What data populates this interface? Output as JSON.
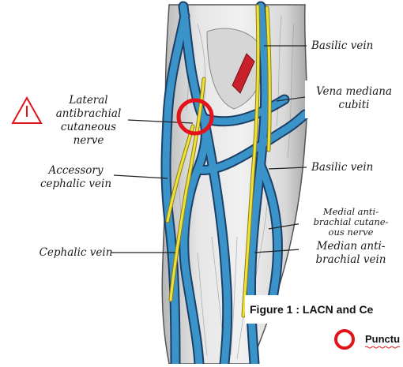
{
  "labels": {
    "lateral": [
      "Lateral",
      "antibrachial",
      "cutaneous",
      "nerve"
    ],
    "accessory": [
      "Accessory",
      "cephalic vein"
    ],
    "cephalic": "Cephalic vein",
    "basilic_top": "Basilic vein",
    "vena_mediana": [
      "Vena mediana",
      "cubiti"
    ],
    "basilic_mid": "Basilic vein",
    "medial_anti": [
      "Medial anti-",
      "brachial cutane-",
      "ous nerve"
    ],
    "median_anti": [
      "Median anti-",
      "brachial vein"
    ]
  },
  "caption": {
    "figure": "Figure 1 : LACN and Ce",
    "legend": "Punctu"
  },
  "colors": {
    "vein": "#3a93c9",
    "vein_outline": "#1e3f66",
    "nerve": "#efe23a",
    "artery": "#c9212b",
    "marker": "#e2131b",
    "skin": "#e9e9e9"
  },
  "icons": [
    "warning-triangle-icon",
    "puncture-circle-icon"
  ]
}
